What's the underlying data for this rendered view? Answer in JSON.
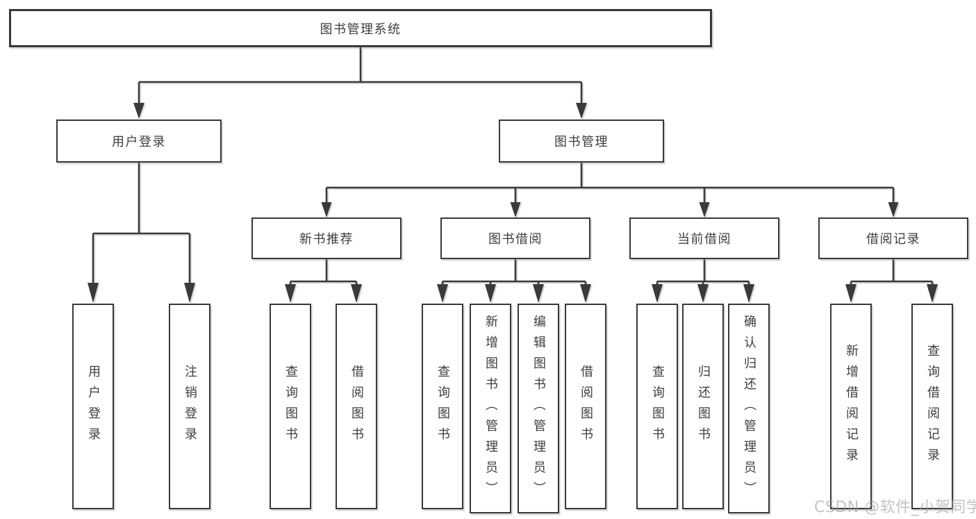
{
  "diagram": {
    "root": {
      "label": "图书管理系统"
    },
    "level2": [
      {
        "label": "用户登录"
      },
      {
        "label": "图书管理"
      }
    ],
    "level3": [
      {
        "parent": "图书管理",
        "label": "新书推荐"
      },
      {
        "parent": "图书管理",
        "label": "图书借阅"
      },
      {
        "parent": "图书管理",
        "label": "当前借阅"
      },
      {
        "parent": "图书管理",
        "label": "借阅记录"
      }
    ],
    "leaves": [
      {
        "parent": "用户登录",
        "label": "用户登录"
      },
      {
        "parent": "用户登录",
        "label": "注销登录"
      },
      {
        "parent": "新书推荐",
        "label": "查询图书"
      },
      {
        "parent": "新书推荐",
        "label": "借阅图书"
      },
      {
        "parent": "图书借阅",
        "label": "查询图书"
      },
      {
        "parent": "图书借阅",
        "label": "新增图书（管理员）"
      },
      {
        "parent": "图书借阅",
        "label": "编辑图书（管理员）"
      },
      {
        "parent": "图书借阅",
        "label": "借阅图书"
      },
      {
        "parent": "当前借阅",
        "label": "查询图书"
      },
      {
        "parent": "当前借阅",
        "label": "归还图书"
      },
      {
        "parent": "当前借阅",
        "label": "确认归还（管理员）"
      },
      {
        "parent": "借阅记录",
        "label": "新增借阅记录"
      },
      {
        "parent": "借阅记录",
        "label": "查询借阅记录"
      }
    ]
  },
  "watermark": "CSDN @软件_小贺同学",
  "colors": {
    "line": "#3a3a3a",
    "text": "#3d3d3d",
    "box_background": "#ffffff",
    "watermark": "#9e9e9e"
  }
}
